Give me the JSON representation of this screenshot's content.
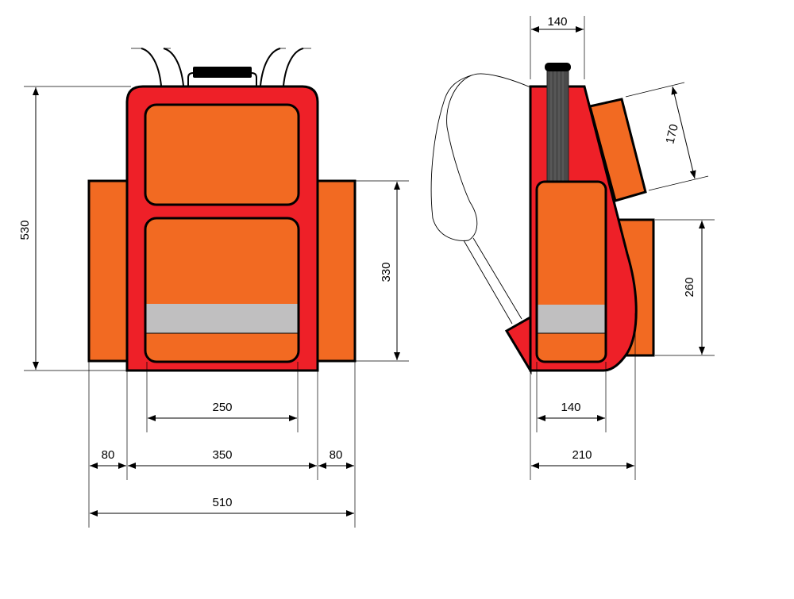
{
  "colors": {
    "body": "#ee2028",
    "pocket": "#f26a22",
    "reflective": "#c0bfc0",
    "outline": "#000000",
    "tube": "#4a4a4a"
  },
  "front_view": {
    "height_label": "530",
    "side_pocket_height_label": "330",
    "pocket_width_label": "250",
    "side_pocket_left_width_label": "80",
    "body_width_label": "350",
    "side_pocket_right_width_label": "80",
    "total_width_label": "510"
  },
  "side_view": {
    "top_width_label": "140",
    "top_pocket_label": "170",
    "side_pocket_height_label": "260",
    "pocket_depth_label": "140",
    "total_depth_label": "210"
  }
}
